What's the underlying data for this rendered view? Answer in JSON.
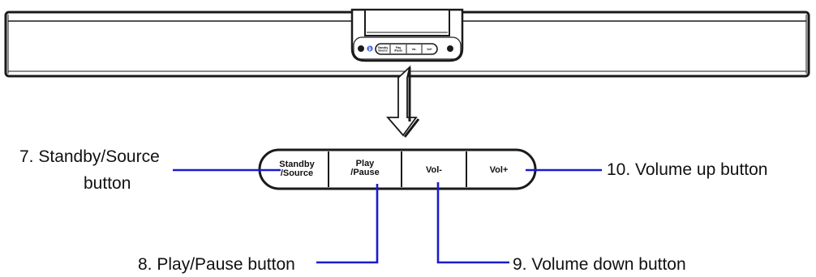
{
  "buttons": [
    {
      "id": "standby",
      "label": "Standby\n/Source",
      "mini": "Standby\n/Source"
    },
    {
      "id": "play",
      "label": "Play\n/Pause",
      "mini": "Play\n/Pause"
    },
    {
      "id": "voldown",
      "label": "Vol-",
      "mini": "Vol-"
    },
    {
      "id": "volup",
      "label": "Vol+",
      "mini": "Vol+"
    }
  ],
  "callouts": {
    "standby": {
      "line1": "7. Standby/Source",
      "line2": "button"
    },
    "play": "8. Play/Pause button",
    "voldown": "9. Volume down button",
    "volup": "10. Volume up button"
  },
  "colors": {
    "leader": "#1a1acc",
    "outline": "#1a1a1a",
    "text": "#111111"
  },
  "icons": {
    "bluetooth": "bluetooth-icon",
    "indicator": "led-indicator-icon"
  }
}
